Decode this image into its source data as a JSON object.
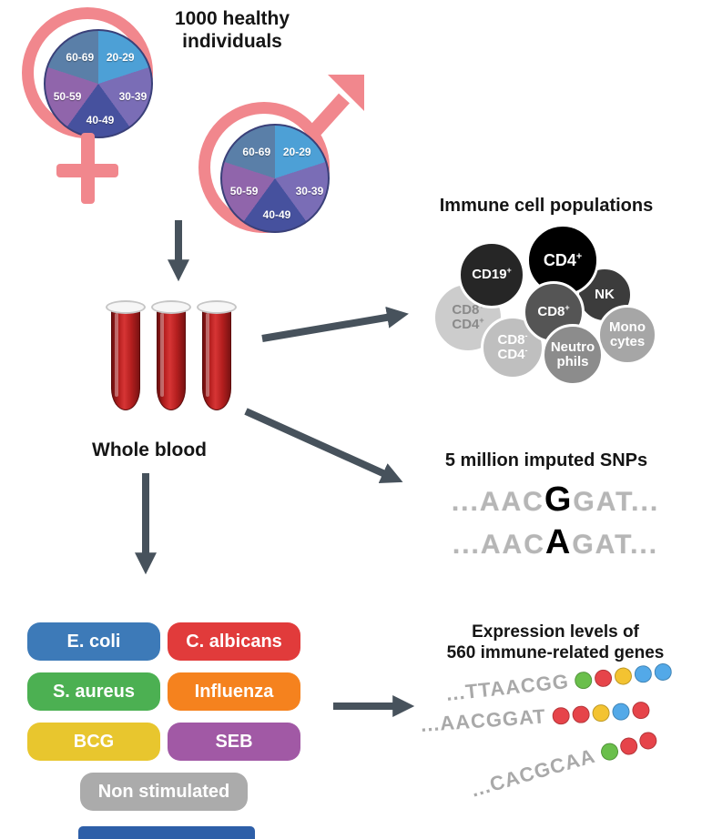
{
  "header": {
    "title": "1000 healthy\nindividuals"
  },
  "demographics": {
    "symbol_color": "#f1878d",
    "age_groups": [
      {
        "label": "20-29",
        "color": "#4da0d6"
      },
      {
        "label": "30-39",
        "color": "#7a6db6"
      },
      {
        "label": "40-49",
        "color": "#46519e"
      },
      {
        "label": "50-59",
        "color": "#9065ab"
      },
      {
        "label": "60-69",
        "color": "#5a7fa8"
      }
    ]
  },
  "blood": {
    "label": "Whole blood",
    "tube_count": 3
  },
  "immune_cells": {
    "title": "Immune cell populations",
    "cells": [
      {
        "id": "cd19",
        "lines": [
          {
            "t": "CD19",
            "sup": "+"
          }
        ],
        "bg": "#262626",
        "fg": "#ffffff"
      },
      {
        "id": "cd4",
        "big": true,
        "lines": [
          {
            "t": "CD4",
            "sup": "+"
          }
        ],
        "bg": "#000000",
        "fg": "#ffffff"
      },
      {
        "id": "nk",
        "lines": [
          {
            "t": "NK"
          }
        ],
        "bg": "#3c3c3c",
        "fg": "#ffffff"
      },
      {
        "id": "cd8",
        "lines": [
          {
            "t": "CD8",
            "sup": "+"
          }
        ],
        "bg": "#555555",
        "fg": "#ffffff"
      },
      {
        "id": "cd8-cd4-double-positive",
        "lines": [
          {
            "t": "CD8",
            "sup": "+"
          },
          {
            "t": "CD4",
            "sup": "+"
          }
        ],
        "bg": "#cccccc",
        "fg": "#8a8a8a"
      },
      {
        "id": "monocytes",
        "lines": [
          {
            "t": "Mono"
          },
          {
            "t": "cytes"
          }
        ],
        "bg": "#a6a6a6",
        "fg": "#ffffff"
      },
      {
        "id": "cd8-cd4-double-negative",
        "lines": [
          {
            "t": "CD8",
            "sup": "-"
          },
          {
            "t": "CD4",
            "sup": "-"
          }
        ],
        "bg": "#bfbfbf",
        "fg": "#ffffff"
      },
      {
        "id": "neutrophils",
        "lines": [
          {
            "t": "Neutro"
          },
          {
            "t": "phils"
          }
        ],
        "bg": "#8c8c8c",
        "fg": "#ffffff"
      }
    ]
  },
  "snps": {
    "title": "5 million imputed SNPs",
    "sequences": [
      {
        "prefix": "...AAC",
        "variant": "G",
        "suffix": "GAT..."
      },
      {
        "prefix": "...AAC",
        "variant": "A",
        "suffix": "GAT..."
      }
    ]
  },
  "stimulations": {
    "items": [
      {
        "label": "E. coli",
        "color": "#3d7ab8"
      },
      {
        "label": "C. albicans",
        "color": "#e13b3b"
      },
      {
        "label": "S. aureus",
        "color": "#4cb052"
      },
      {
        "label": "Influenza",
        "color": "#f5821e"
      },
      {
        "label": "BCG",
        "color": "#e8c62e"
      },
      {
        "label": "SEB",
        "color": "#a159a5"
      },
      {
        "label": "Non stimulated",
        "color": "#ababab"
      }
    ]
  },
  "expression": {
    "title": "Expression levels of\n560 immune-related genes",
    "bead_palette": {
      "green": "#6abf4b",
      "red": "#e6444a",
      "yellow": "#f3c331",
      "blue": "#53a9e8"
    },
    "genes": [
      {
        "sequence": "...TTAACGG",
        "beads": [
          "green",
          "red",
          "yellow",
          "blue",
          "blue"
        ]
      },
      {
        "sequence": "...AACGGAT",
        "beads": [
          "red",
          "red",
          "yellow",
          "blue",
          "red"
        ]
      },
      {
        "sequence": "...CACGCAA",
        "beads": [
          "green",
          "red",
          "red"
        ]
      }
    ]
  },
  "misc": {
    "arrow_color": "#47525c"
  }
}
